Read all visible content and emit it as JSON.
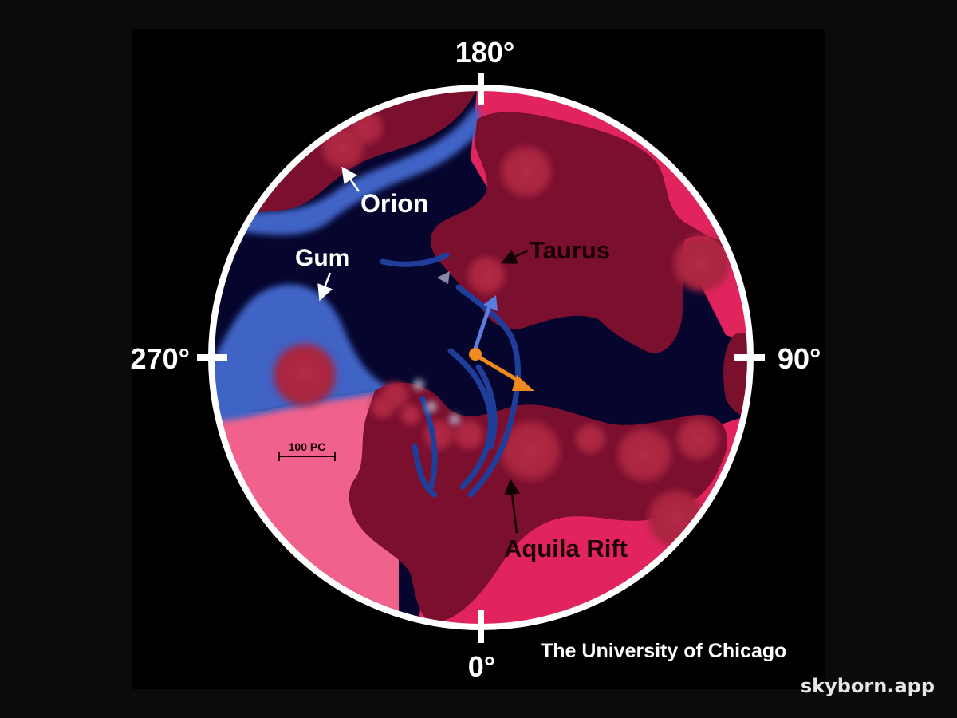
{
  "diagram": {
    "degree_labels": {
      "top": "180°",
      "right": "90°",
      "bottom": "0°",
      "left": "270°"
    },
    "regions": {
      "orion": "Orion",
      "gum": "Gum",
      "taurus": "Taurus",
      "aquila": "Aquila Rift"
    },
    "scale_bar": "100 PC",
    "credit": "The University of Chicago"
  },
  "watermark": "skyborn.app",
  "colors": {
    "background": "#0b0b0b",
    "inner_field": "#05052e",
    "dark_cloud": "#7a0f2e",
    "bright_cloud": "#e2245e",
    "light_cloud": "#f0628c",
    "blue_bubble": "#3f63c6",
    "sun": "#f08a1e",
    "ring": "#ffffff"
  }
}
